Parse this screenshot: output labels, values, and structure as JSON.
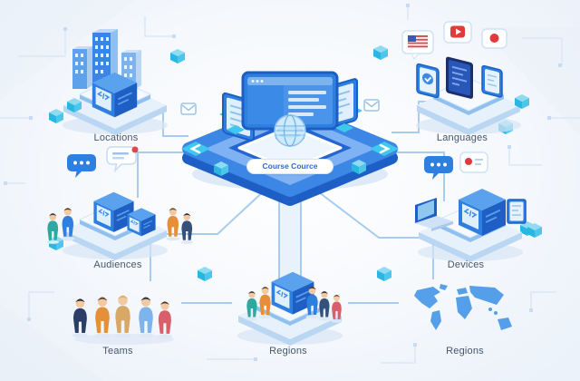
{
  "title": "Course Cource",
  "hub": {
    "label": "Course Cource",
    "icons": [
      "monitor-icon",
      "globe-icon",
      "arrow-diamond-icon",
      "side-monitor-icon"
    ]
  },
  "nodes": {
    "locations": {
      "label": "Locations",
      "icons": [
        "buildings-icon",
        "code-cube-icon"
      ]
    },
    "languages": {
      "label": "Languages",
      "icons": [
        "us-flag-icon",
        "video-play-icon",
        "japan-flag-icon",
        "tablet-icon"
      ]
    },
    "audiences": {
      "label": "Audiences",
      "icons": [
        "chat-bubble-icon",
        "people-icon",
        "code-cube-icon"
      ]
    },
    "devices": {
      "label": "Devices",
      "icons": [
        "laptop-icon",
        "tablet-icon",
        "chat-bubble-icon",
        "code-cube-icon"
      ]
    },
    "teams": {
      "label": "Teams",
      "icons": [
        "people-icon"
      ]
    },
    "regions_center": {
      "label": "Regions",
      "icons": [
        "people-icon",
        "code-cube-icon"
      ]
    },
    "regions_right": {
      "label": "Regions",
      "icons": [
        "world-map-icon"
      ]
    }
  },
  "colors": {
    "primary": "#2e7fe0",
    "primary_dark": "#1d5fc4",
    "accent_cyan": "#3ec8ec",
    "light_blue": "#dcebf9",
    "connector_line": "#a9cbee",
    "flag_red": "#e03a3a",
    "label_text": "#46566a",
    "background": "#f2f6fb"
  }
}
